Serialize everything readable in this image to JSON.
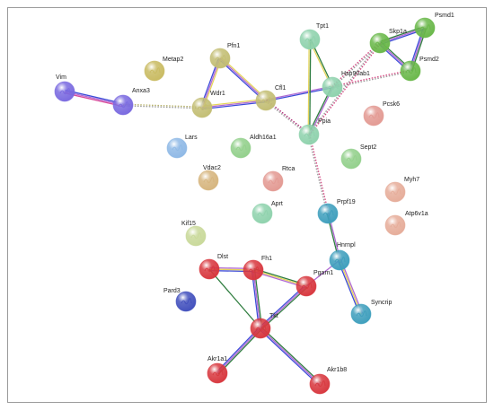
{
  "network": {
    "colors": {
      "red": "#d8383f",
      "green": "#6ab84a",
      "teal": "#3f9fbd",
      "blue": "#4c5fd0",
      "purple": "#7a6ae0",
      "khaki": "#c3be74",
      "sage": "#9fcf94",
      "tan": "#d6b57e",
      "pink": "#e39a93",
      "peach": "#e6ad9a",
      "skyblue": "#8fb9e6",
      "ltgreen": "#93d08c",
      "mint": "#8fd2ad",
      "lime": "#c9d99a",
      "navy": "#4250bd",
      "olive": "#c9bb62"
    },
    "nodes": [
      {
        "id": "Vim",
        "label": "Vim",
        "color": "purple"
      },
      {
        "id": "Anxa3",
        "label": "Anxa3",
        "color": "purple"
      },
      {
        "id": "Metap2",
        "label": "Metap2",
        "color": "olive"
      },
      {
        "id": "Pfn1",
        "label": "Pfn1",
        "color": "khaki"
      },
      {
        "id": "Wdr1",
        "label": "Wdr1",
        "color": "khaki"
      },
      {
        "id": "Cfl1",
        "label": "Cfl1",
        "color": "khaki"
      },
      {
        "id": "Tpt1",
        "label": "Tpt1",
        "color": "mint"
      },
      {
        "id": "Hsp90ab1",
        "label": "Hsp90ab1",
        "color": "mint"
      },
      {
        "id": "Skp1a",
        "label": "Skp1a",
        "color": "green"
      },
      {
        "id": "Psmd1",
        "label": "Psmd1",
        "color": "green"
      },
      {
        "id": "Psmd2",
        "label": "Psmd2",
        "color": "green"
      },
      {
        "id": "Ppia",
        "label": "Ppia",
        "color": "mint"
      },
      {
        "id": "Pcsk6",
        "label": "Pcsk6",
        "color": "pink"
      },
      {
        "id": "Lars",
        "label": "Lars",
        "color": "skyblue"
      },
      {
        "id": "Aldh16a1",
        "label": "Aldh16a1",
        "color": "ltgreen"
      },
      {
        "id": "Sept2",
        "label": "Sept2",
        "color": "ltgreen"
      },
      {
        "id": "Vdac2",
        "label": "Vdac2",
        "color": "tan"
      },
      {
        "id": "Rtca",
        "label": "Rtca",
        "color": "pink"
      },
      {
        "id": "Myh7",
        "label": "Myh7",
        "color": "peach"
      },
      {
        "id": "Aprt",
        "label": "Aprt",
        "color": "mint"
      },
      {
        "id": "Prpf19",
        "label": "Prpf19",
        "color": "teal"
      },
      {
        "id": "Atp6v1a",
        "label": "Atp6v1a",
        "color": "peach"
      },
      {
        "id": "Kif15",
        "label": "Kif15",
        "color": "lime"
      },
      {
        "id": "Hnrnpl",
        "label": "Hnrnpl",
        "color": "teal"
      },
      {
        "id": "Dlst",
        "label": "Dlst",
        "color": "red"
      },
      {
        "id": "Fh1",
        "label": "Fh1",
        "color": "red"
      },
      {
        "id": "Pgam1",
        "label": "Pgam1",
        "color": "red"
      },
      {
        "id": "Pard3",
        "label": "Pard3",
        "color": "navy"
      },
      {
        "id": "Syncrip",
        "label": "Syncrip",
        "color": "teal"
      },
      {
        "id": "Tkt",
        "label": "Tkt",
        "color": "red"
      },
      {
        "id": "Akr1a1",
        "label": "Akr1a1",
        "color": "red"
      },
      {
        "id": "Akr1b8",
        "label": "Akr1b8",
        "color": "red"
      }
    ],
    "edges": [
      {
        "from": "Vim",
        "to": "Anxa3",
        "style": "solid",
        "colors": [
          "#3d4bd8",
          "#b06ad3",
          "#d94b9a"
        ]
      },
      {
        "from": "Anxa3",
        "to": "Wdr1",
        "style": "dotted",
        "colors": [
          "#b9b46d",
          "#9c9c9c"
        ]
      },
      {
        "from": "Pfn1",
        "to": "Wdr1",
        "style": "solid",
        "colors": [
          "#e5d45a",
          "#b06ad3",
          "#3d4bd8"
        ]
      },
      {
        "from": "Pfn1",
        "to": "Cfl1",
        "style": "solid",
        "colors": [
          "#e5d45a",
          "#b06ad3",
          "#3d4bd8"
        ]
      },
      {
        "from": "Wdr1",
        "to": "Cfl1",
        "style": "solid",
        "colors": [
          "#e5d45a",
          "#b06ad3",
          "#3d4bd8"
        ]
      },
      {
        "from": "Cfl1",
        "to": "Hsp90ab1",
        "style": "solid",
        "colors": [
          "#b06ad3",
          "#3d4bd8"
        ]
      },
      {
        "from": "Cfl1",
        "to": "Ppia",
        "style": "dotted",
        "colors": [
          "#b0307a",
          "#9c9c9c"
        ]
      },
      {
        "from": "Tpt1",
        "to": "Hsp90ab1",
        "style": "solid",
        "colors": [
          "#2f7d3f",
          "#e5d45a"
        ]
      },
      {
        "from": "Tpt1",
        "to": "Ppia",
        "style": "solid",
        "colors": [
          "#2f7d3f",
          "#e5d45a"
        ]
      },
      {
        "from": "Hsp90ab1",
        "to": "Ppia",
        "style": "solid",
        "colors": [
          "#b06ad3",
          "#2f7d3f"
        ]
      },
      {
        "from": "Hsp90ab1",
        "to": "Skp1a",
        "style": "dotted",
        "colors": [
          "#d64b85",
          "#9c9c9c"
        ]
      },
      {
        "from": "Hsp90ab1",
        "to": "Psmd2",
        "style": "dotted",
        "colors": [
          "#d64b85",
          "#9c9c9c"
        ]
      },
      {
        "from": "Skp1a",
        "to": "Psmd1",
        "style": "solid",
        "colors": [
          "#2f7d3f",
          "#b06ad3",
          "#3d4bd8"
        ]
      },
      {
        "from": "Skp1a",
        "to": "Psmd2",
        "style": "solid",
        "colors": [
          "#2f7d3f",
          "#b06ad3",
          "#3d4bd8"
        ]
      },
      {
        "from": "Psmd1",
        "to": "Psmd2",
        "style": "solid",
        "colors": [
          "#2f7d3f",
          "#b06ad3",
          "#3d4bd8"
        ]
      },
      {
        "from": "Skp1a",
        "to": "Ppia",
        "style": "dotted",
        "colors": [
          "#d64b85",
          "#9c9c9c"
        ]
      },
      {
        "from": "Ppia",
        "to": "Prpf19",
        "style": "dotted",
        "colors": [
          "#d64b85",
          "#9c9c9c"
        ]
      },
      {
        "from": "Prpf19",
        "to": "Hnrnpl",
        "style": "solid",
        "colors": [
          "#b06ad3",
          "#2f7d3f"
        ]
      },
      {
        "from": "Hnrnpl",
        "to": "Syncrip",
        "style": "solid",
        "colors": [
          "#b06ad3",
          "#e5d45a",
          "#3d4bd8"
        ]
      },
      {
        "from": "Hnrnpl",
        "to": "Pgam1",
        "style": "solid",
        "colors": [
          "#b06ad3"
        ]
      },
      {
        "from": "Dlst",
        "to": "Fh1",
        "style": "solid",
        "colors": [
          "#b06ad3",
          "#e5d45a",
          "#3d4bd8"
        ]
      },
      {
        "from": "Dlst",
        "to": "Tkt",
        "style": "solid",
        "colors": [
          "#2f7d3f"
        ]
      },
      {
        "from": "Fh1",
        "to": "Pgam1",
        "style": "solid",
        "colors": [
          "#2f7d3f",
          "#e5d45a",
          "#b06ad3"
        ]
      },
      {
        "from": "Fh1",
        "to": "Tkt",
        "style": "solid",
        "colors": [
          "#2f7d3f",
          "#b06ad3",
          "#3d4bd8"
        ]
      },
      {
        "from": "Pgam1",
        "to": "Tkt",
        "style": "solid",
        "colors": [
          "#2f7d3f",
          "#b06ad3",
          "#3d4bd8"
        ]
      },
      {
        "from": "Tkt",
        "to": "Akr1a1",
        "style": "solid",
        "colors": [
          "#2f7d3f",
          "#b06ad3",
          "#3d4bd8"
        ]
      },
      {
        "from": "Tkt",
        "to": "Akr1b8",
        "style": "solid",
        "colors": [
          "#2f7d3f",
          "#b06ad3",
          "#3d4bd8"
        ]
      }
    ]
  }
}
